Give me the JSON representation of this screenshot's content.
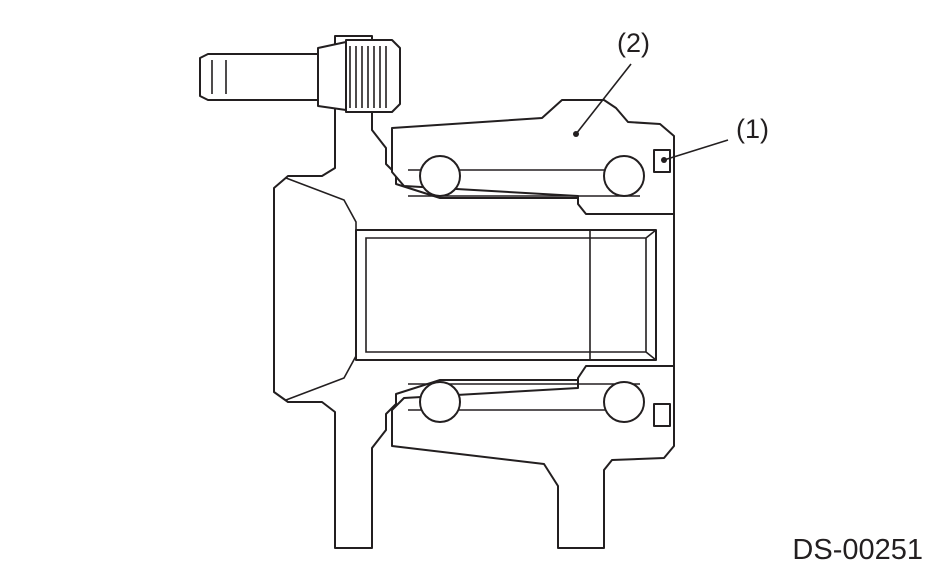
{
  "callouts": [
    {
      "id": "1",
      "text": "(1)"
    },
    {
      "id": "2",
      "text": "(2)"
    }
  ],
  "figure_code": "DS-00251"
}
